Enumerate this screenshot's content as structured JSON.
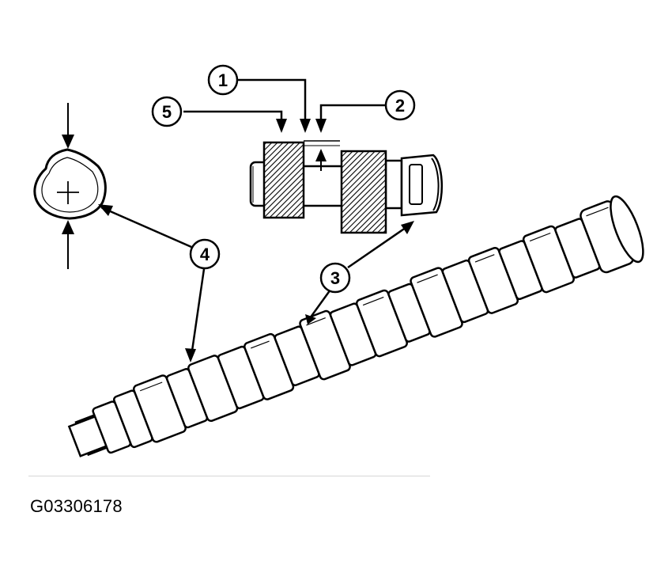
{
  "figure": {
    "id": "G03306178"
  },
  "callouts": [
    {
      "number": "1"
    },
    {
      "number": "2"
    },
    {
      "number": "3"
    },
    {
      "number": "4"
    },
    {
      "number": "5"
    }
  ],
  "colors": {
    "ink": "#000000",
    "paper": "#ffffff",
    "rule": "#d6d6d6"
  },
  "icons": {
    "arrow": "arrow-icon",
    "hatch": "hatched-lobe-pattern",
    "center_mark": "plus-center-mark"
  }
}
